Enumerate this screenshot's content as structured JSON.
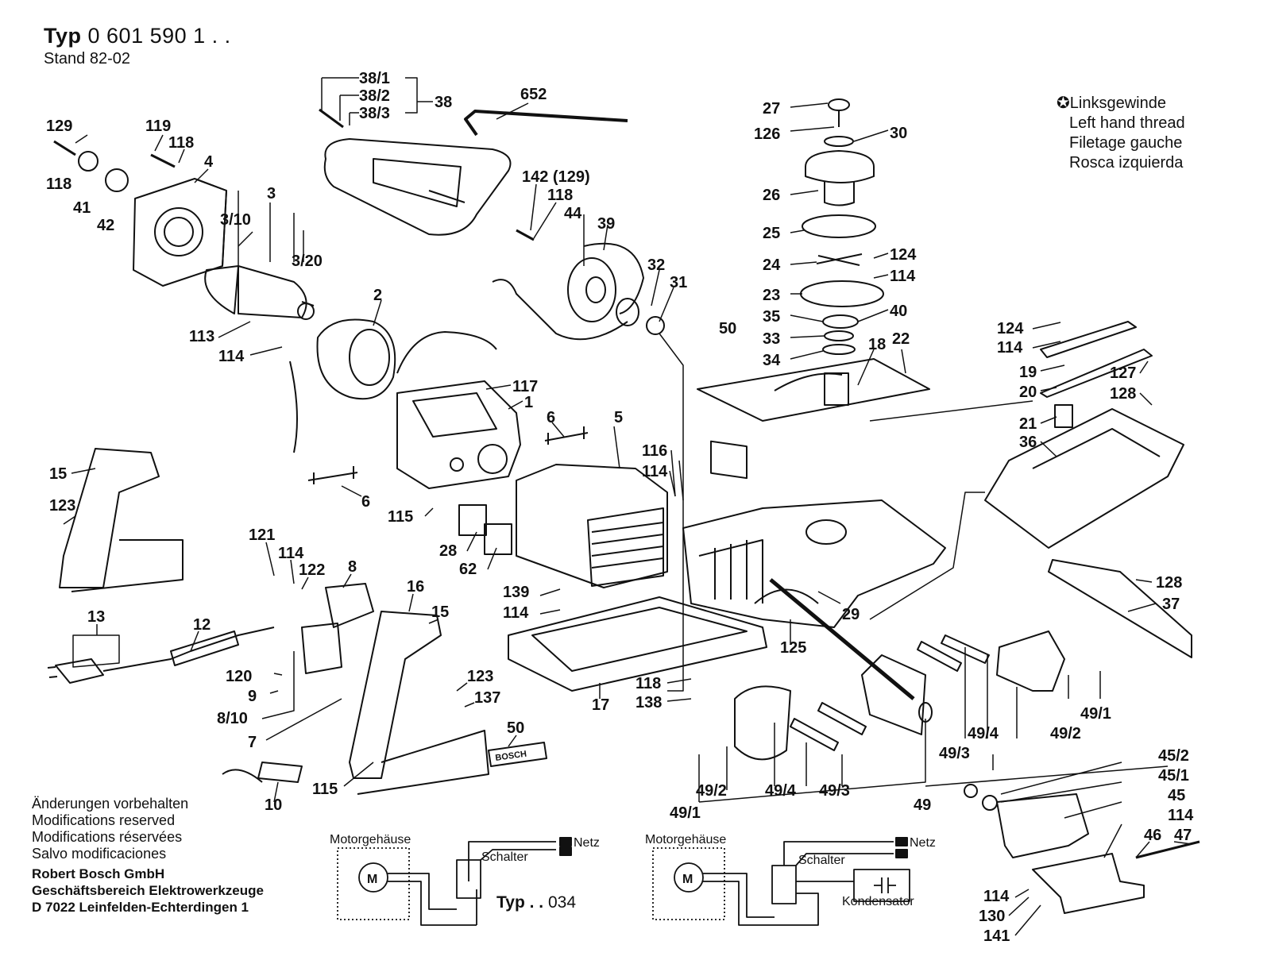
{
  "header": {
    "title_prefix": "Typ",
    "title_number": "0 601 590 1 . .",
    "stand": "Stand 82-02"
  },
  "legend": {
    "symbol": "✪",
    "lines": [
      "Linksgewinde",
      "Left hand thread",
      "Filetage gauche",
      "Rosca izquierda"
    ]
  },
  "notes": [
    "Änderungen vorbehalten",
    "Modifications reserved",
    "Modifications réservées",
    "Salvo modificaciones"
  ],
  "company": [
    "Robert Bosch GmbH",
    "Geschäftsbereich Elektrowerkzeuge",
    "D 7022 Leinfelden-Echterdingen 1"
  ],
  "schematic_left": {
    "housing": "Motorgehäuse",
    "motor": "M",
    "switch": "Schalter",
    "mains": "Netz",
    "type_label": "Typ . .",
    "type_number": "034"
  },
  "schematic_right": {
    "housing": "Motorgehäuse",
    "motor": "M",
    "switch": "Schalter",
    "mains": "Netz",
    "capacitor": "Kondensator"
  },
  "stamp_text": "BOSCH",
  "callouts": {
    "c129": "129",
    "c118a": "118",
    "c41": "41",
    "c42": "42",
    "c119": "119",
    "c118b": "118",
    "c4": "4",
    "c3": "3",
    "c3_10": "3/10",
    "c3_20": "3/20",
    "c38_1": "38/1",
    "c38_2": "38/2",
    "c38_3": "38/3",
    "c38": "38",
    "c652": "652",
    "c142": "142 (129)",
    "c118c": "118",
    "c44": "44",
    "c39": "39",
    "c32": "32",
    "c31": "31",
    "c27": "27",
    "c126": "126",
    "c30": "30",
    "c26": "26",
    "c25": "25",
    "c24": "24",
    "c124a": "124",
    "c114a": "114",
    "c23": "23",
    "c40": "40",
    "c35": "35",
    "c33": "33",
    "c34": "34",
    "c18": "18",
    "c22": "22",
    "c50a": "50",
    "c2": "2",
    "c113": "113",
    "c114b": "114",
    "c117": "117",
    "c1": "1",
    "c6a": "6",
    "c5": "5",
    "c6b": "6",
    "c116": "116",
    "c114c": "114",
    "c115a": "115",
    "c28": "28",
    "c62": "62",
    "c124b": "124",
    "c114d": "114",
    "c19": "19",
    "c20": "20",
    "c127": "127",
    "c128a": "128",
    "c21": "21",
    "c36": "36",
    "c128b": "128",
    "c37": "37",
    "c15a": "15",
    "c123a": "123",
    "c121": "121",
    "c114e": "114",
    "c122": "122",
    "c8": "8",
    "c16": "16",
    "c15b": "15",
    "c13": "13",
    "c12": "12",
    "c139": "139",
    "c114f": "114",
    "c29": "29",
    "c125": "125",
    "c120": "120",
    "c9": "9",
    "c8_10": "8/10",
    "c7": "7",
    "c123b": "123",
    "c137": "137",
    "c17": "17",
    "c118d": "118",
    "c138": "138",
    "c50b": "50",
    "c10": "10",
    "c115b": "115",
    "c49_1a": "49/1",
    "c49_2a": "49/2",
    "c49_4a": "49/4",
    "c49_3a": "49/3",
    "c49": "49",
    "c49_3b": "49/3",
    "c49_4b": "49/4",
    "c49_2b": "49/2",
    "c49_1b": "49/1",
    "c45_2": "45/2",
    "c45_1": "45/1",
    "c45": "45",
    "c114g": "114",
    "c46": "46",
    "c47": "47",
    "c114h": "114",
    "c130": "130",
    "c141": "141"
  }
}
